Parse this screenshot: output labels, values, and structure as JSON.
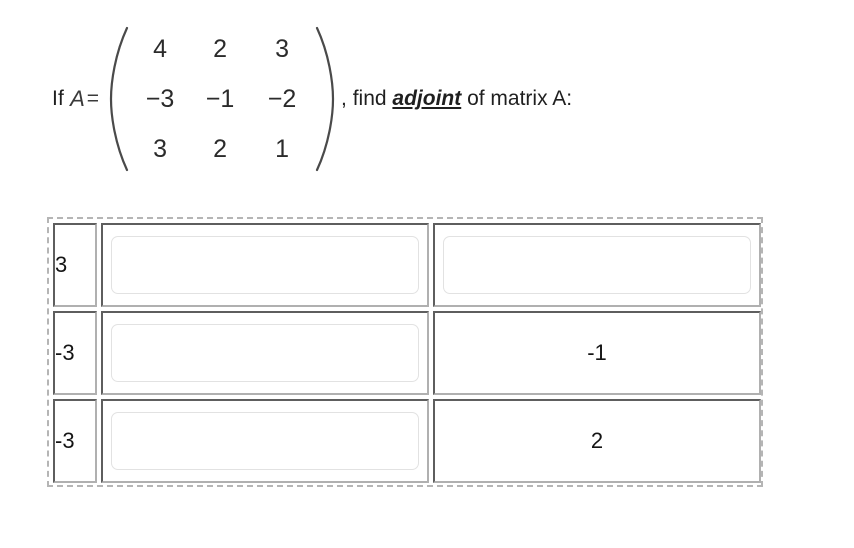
{
  "question": {
    "lead": "If",
    "variable": "A",
    "equals": "=",
    "tail_before": ", find ",
    "keyword": "adjoint",
    "tail_after": " of matrix A:",
    "matrix": {
      "rows": [
        [
          "4",
          "2",
          "3"
        ],
        [
          "−3",
          "−1",
          "−2"
        ],
        [
          "3",
          "2",
          "1"
        ]
      ]
    }
  },
  "answer_table": {
    "rows": [
      {
        "label": "3",
        "cells": [
          {
            "kind": "input",
            "value": "",
            "placeholder": ""
          },
          {
            "kind": "input",
            "value": "",
            "placeholder": ""
          }
        ]
      },
      {
        "label": "-3",
        "cells": [
          {
            "kind": "input",
            "value": "",
            "placeholder": ""
          },
          {
            "kind": "text",
            "value": "-1"
          }
        ]
      },
      {
        "label": "-3",
        "cells": [
          {
            "kind": "input",
            "value": "",
            "placeholder": ""
          },
          {
            "kind": "text",
            "value": "2"
          }
        ]
      }
    ]
  },
  "colors": {
    "text": "#141414",
    "cell_border_dark": "#5e5e5e",
    "cell_border_light": "#b0b0b0",
    "dashed_border": "#b5b5b5",
    "input_border": "#e2e2e2",
    "background": "#ffffff"
  }
}
